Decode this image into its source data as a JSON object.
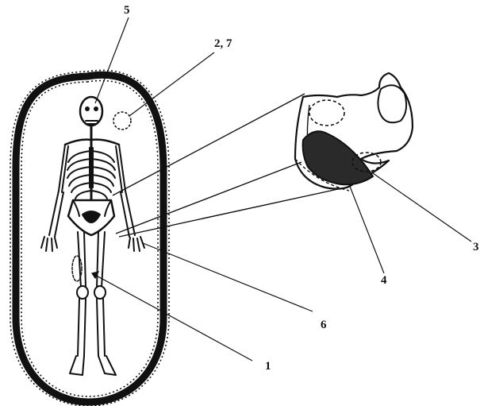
{
  "labels": {
    "l1": "1",
    "l27": "2, 7",
    "l3": "3",
    "l4": "4",
    "l5": "5",
    "l6": "6"
  },
  "colors": {
    "ink": "#111111",
    "background": "#ffffff",
    "shaded_region": "#2a2a2a"
  }
}
